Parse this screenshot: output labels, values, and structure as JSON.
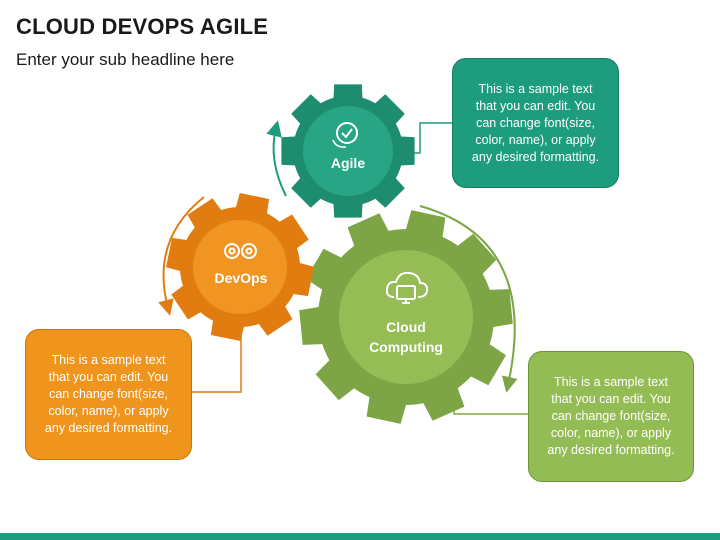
{
  "header": {
    "title": "CLOUD DEVOPS AGILE",
    "subtitle": "Enter your sub headline here"
  },
  "nodes": {
    "agile": {
      "label": "Agile",
      "icon": "agile-check-icon",
      "color": "#1e8c6e"
    },
    "devops": {
      "label": "DevOps",
      "icon": "devops-gears-icon",
      "color": "#e17d10"
    },
    "cloud": {
      "label_line1": "Cloud",
      "label_line2": "Computing",
      "icon": "cloud-monitor-icon",
      "color": "#7da546"
    }
  },
  "notes": {
    "agile": "This is a sample text that you can edit. You can change font(size, color, name), or apply any desired formatting.",
    "devops": "This is a sample text that you can edit. You can change font(size, color, name), or apply any desired formatting.",
    "cloud": "This is a sample text that you can edit. You can change font(size, color, name), or apply any desired formatting."
  },
  "colors": {
    "teal": "#1e9c7e",
    "orange": "#ef941c",
    "green": "#94bc55"
  }
}
